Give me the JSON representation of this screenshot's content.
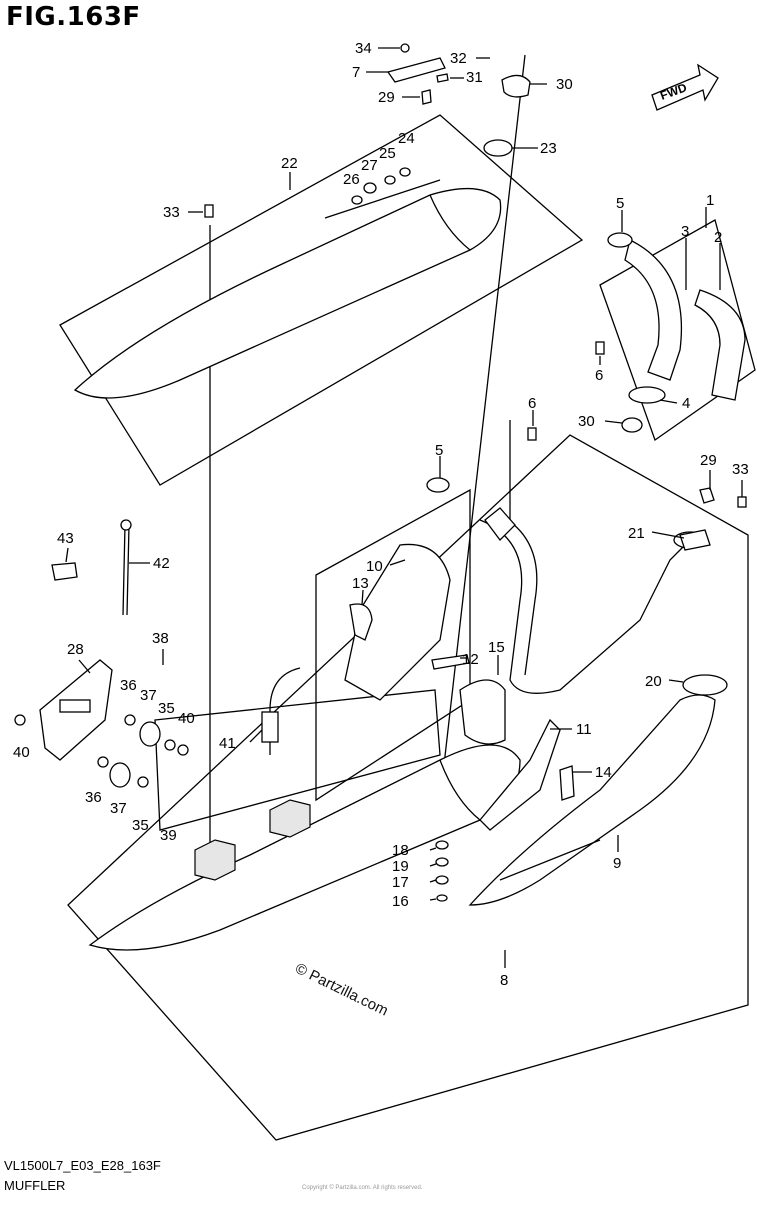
{
  "figure": {
    "title": "FIG.163F",
    "model_code": "VL1500L7_E03_E28_163F",
    "section_name": "MUFFLER",
    "watermark": "© Partzilla.com",
    "fwd_label": "FWD",
    "footer_note": "Copyright © Partzilla.com. All rights reserved."
  },
  "callouts": [
    "1",
    "2",
    "3",
    "4",
    "5",
    "5",
    "6",
    "6",
    "7",
    "8",
    "9",
    "10",
    "11",
    "12",
    "13",
    "14",
    "15",
    "16",
    "17",
    "18",
    "19",
    "20",
    "21",
    "22",
    "23",
    "24",
    "25",
    "26",
    "27",
    "28",
    "29",
    "29",
    "30",
    "30",
    "31",
    "32",
    "33",
    "33",
    "34",
    "35",
    "35",
    "36",
    "36",
    "37",
    "37",
    "38",
    "39",
    "40",
    "40",
    "41",
    "42",
    "43"
  ]
}
